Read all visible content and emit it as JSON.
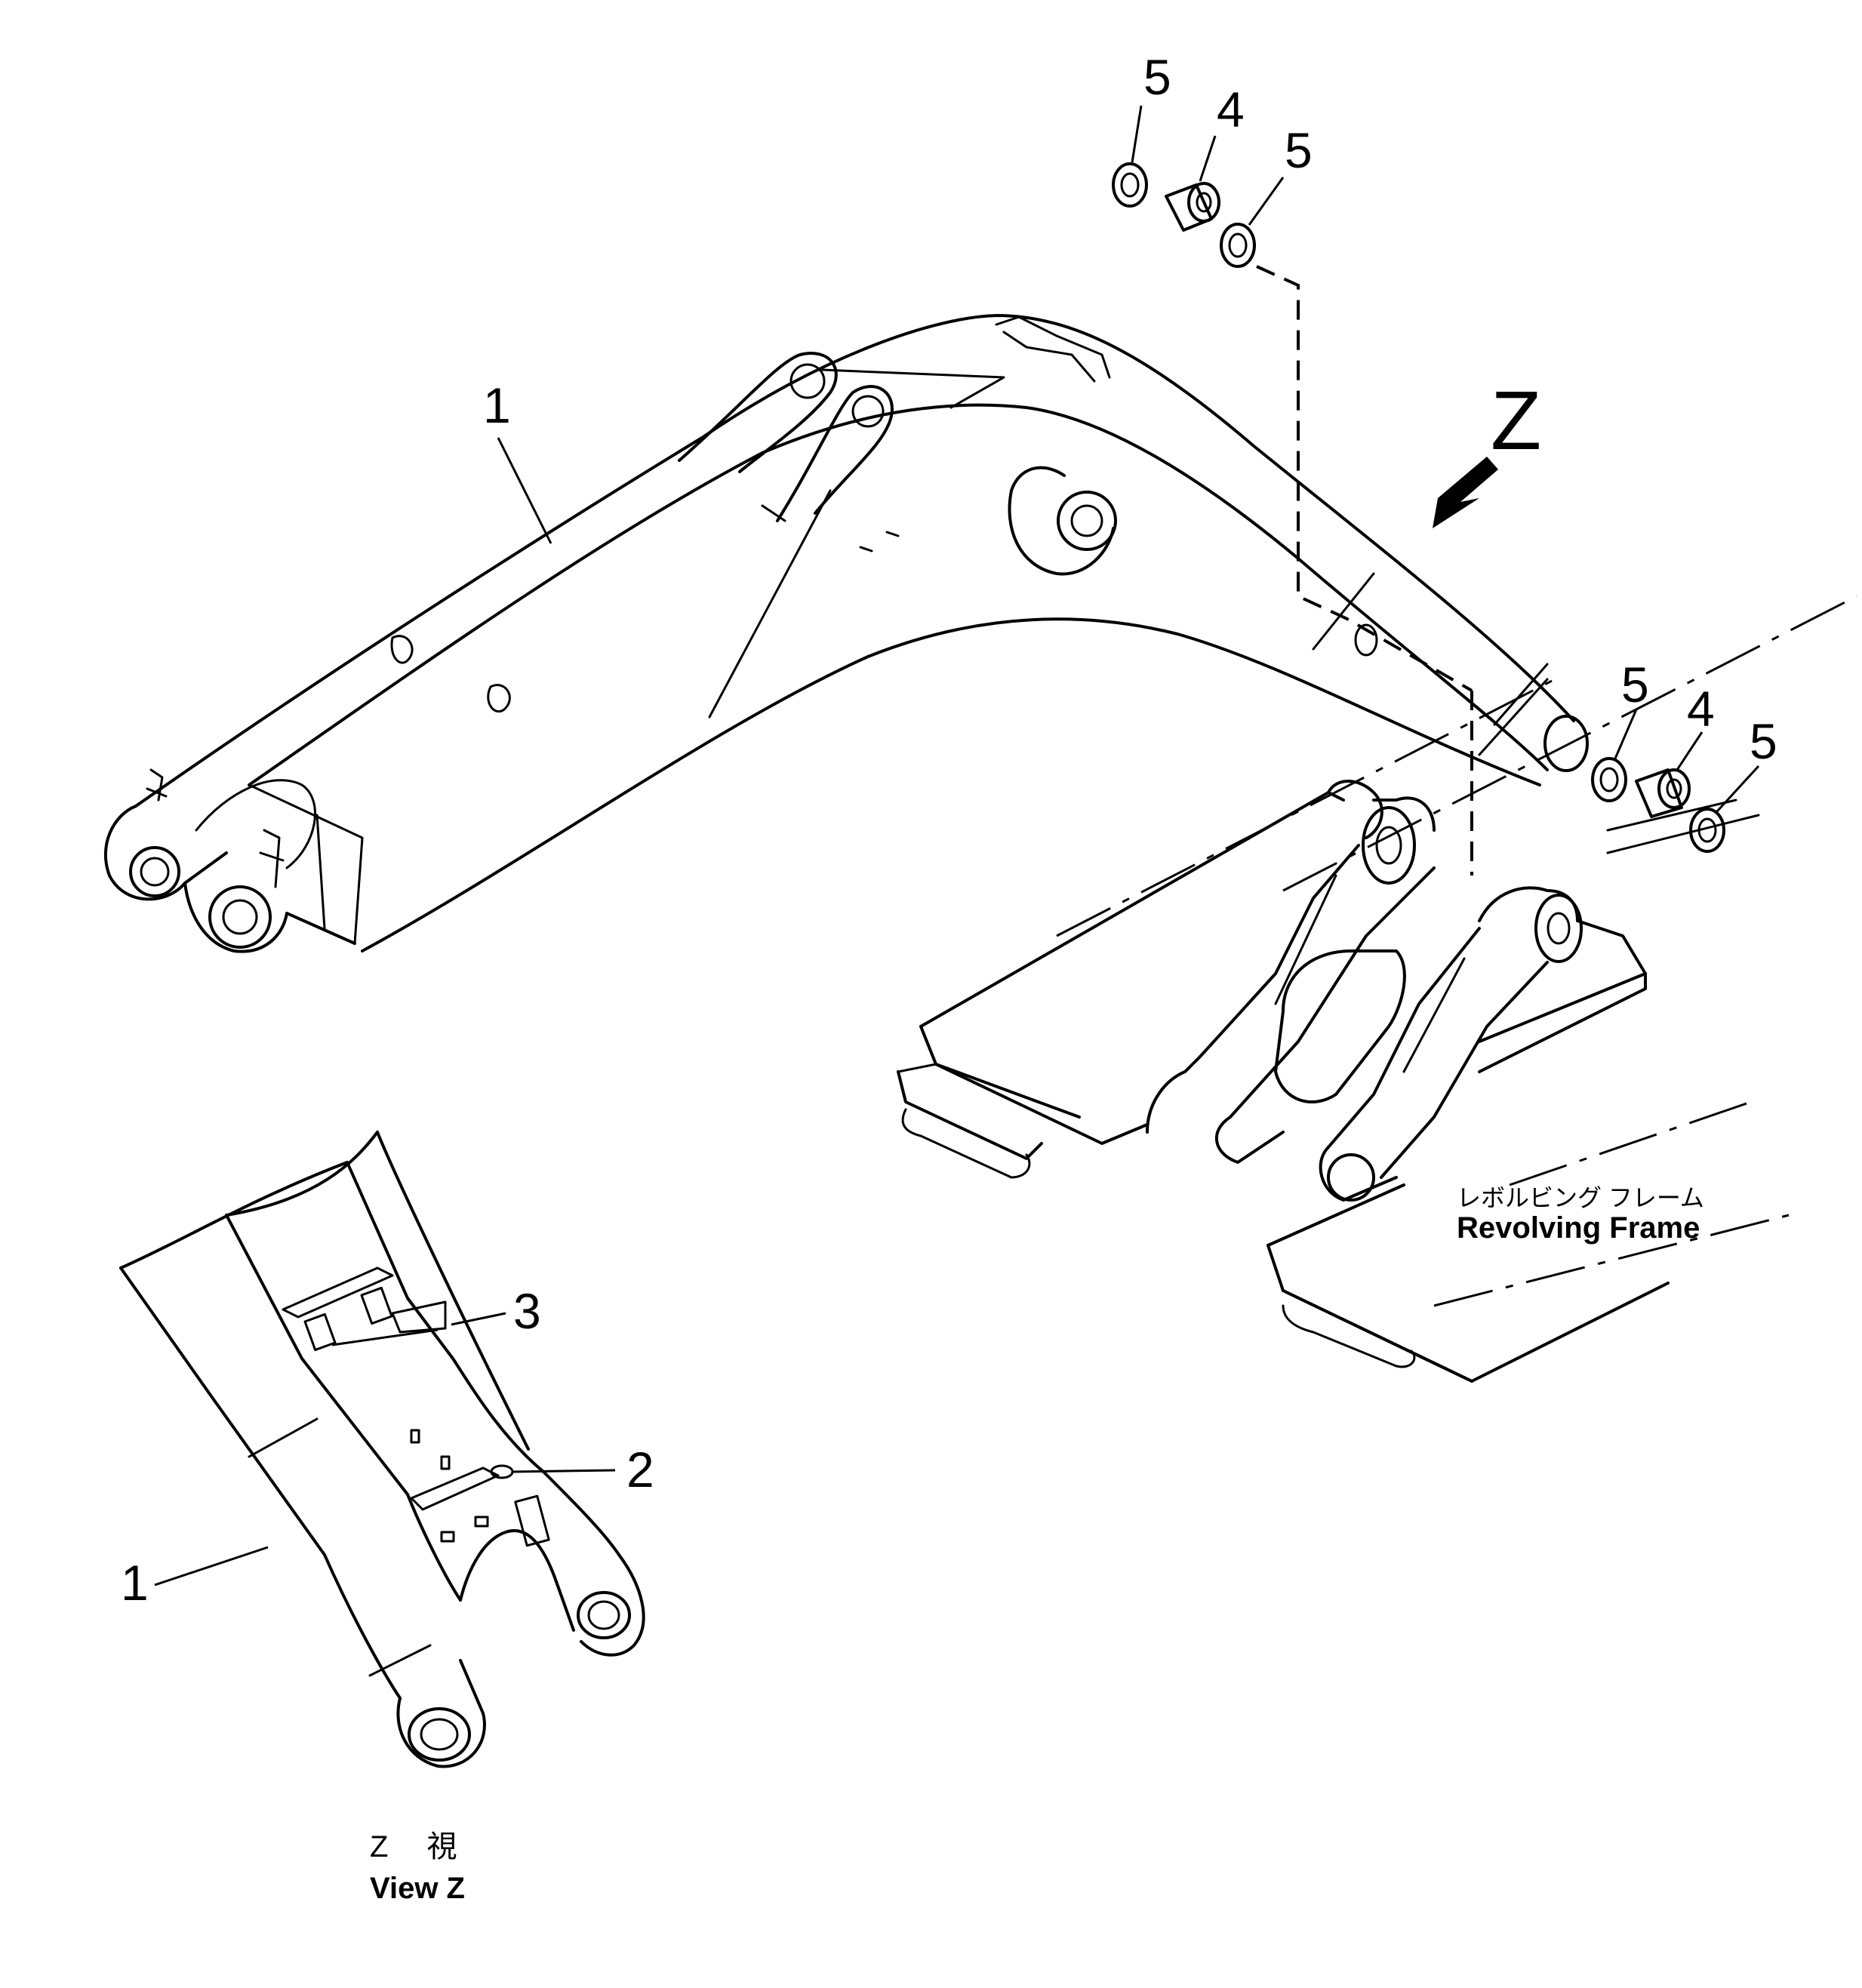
{
  "callouts": {
    "boom_main": "1",
    "boom_view_z": "1",
    "plate": "2",
    "plate_small": "3",
    "bushing_top": "4",
    "seal_top_left": "5",
    "seal_top_right": "5",
    "bushing_right": "4",
    "seal_right_left": "5",
    "seal_right_right": "5"
  },
  "view_arrow_letter": "Z",
  "revolving_frame": {
    "label_ja": "レボルビング フレーム",
    "label_en": "Revolving Frame"
  },
  "view_z_caption": {
    "label_ja": "Z 視",
    "label_en": "View Z"
  }
}
